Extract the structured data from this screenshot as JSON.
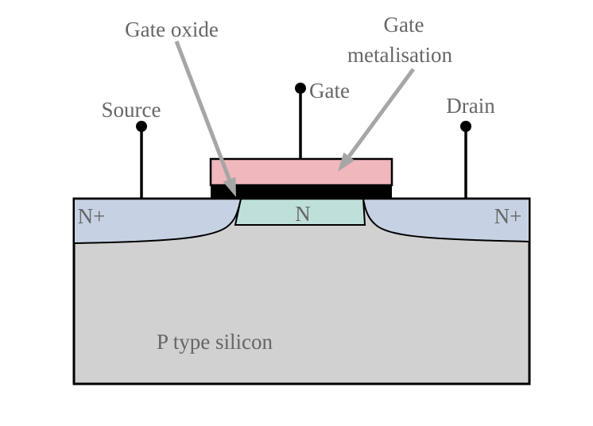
{
  "diagram": {
    "title_meaning": "MOSFET cross-section",
    "labels": {
      "gate_oxide": "Gate oxide",
      "gate_metalisation_line1": "Gate",
      "gate_metalisation_line2": "metalisation",
      "source": "Source",
      "gate": "Gate",
      "drain": "Drain",
      "n_plus_source": "N+",
      "n_plus_drain": "N+",
      "n_channel": "N",
      "p_substrate": "P type silicon"
    },
    "colors": {
      "n_plus": "#c6d2e4",
      "n_channel": "#bfe0da",
      "p_substrate": "#d1d1d1",
      "gate_metal": "#f0b7bd",
      "gate_oxide": "#000000",
      "outline": "#000000",
      "contact": "#000000",
      "label_text": "#666666",
      "arrow": "#a6a6a6",
      "background": "#ffffff"
    }
  }
}
